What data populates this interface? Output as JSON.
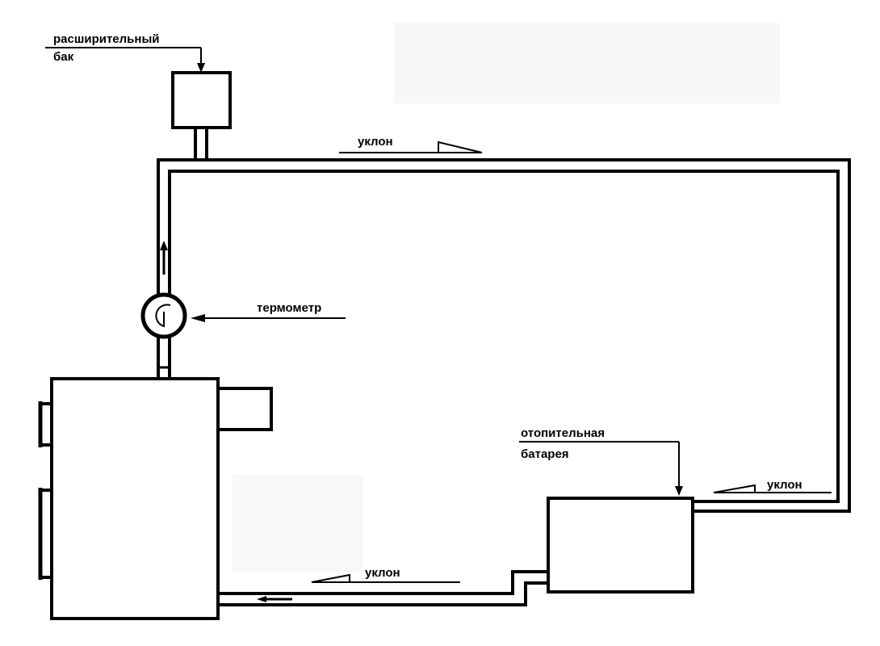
{
  "labels": {
    "expansion_tank_line1": "расширительный",
    "expansion_tank_line2": "бак",
    "slope_top": "уклон",
    "thermometer": "термометр",
    "radiator_line1": "отопительная",
    "radiator_line2": "батарея",
    "slope_right": "уклон",
    "slope_bottom": "уклон"
  }
}
